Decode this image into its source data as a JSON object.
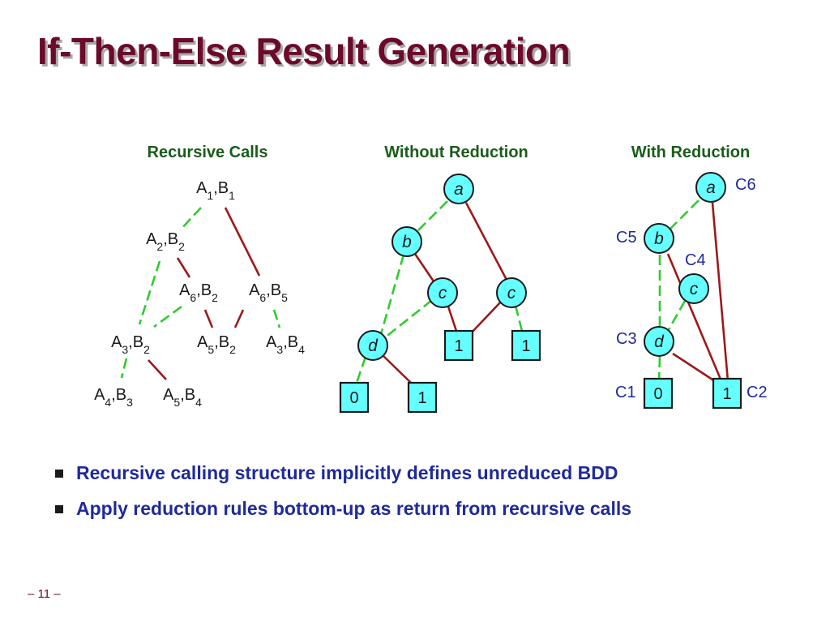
{
  "title": "If-Then-Else Result Generation",
  "panels": {
    "recursive_calls": {
      "heading": "Recursive Calls",
      "calls": {
        "a1b1": [
          [
            "A",
            "1"
          ],
          [
            ",B",
            "1"
          ]
        ],
        "a2b2": [
          [
            "A",
            "2"
          ],
          [
            ",B",
            "2"
          ]
        ],
        "a6b2": [
          [
            "A",
            "6"
          ],
          [
            ",B",
            "2"
          ]
        ],
        "a6b5": [
          [
            "A",
            "6"
          ],
          [
            ",B",
            "5"
          ]
        ],
        "a3b2": [
          [
            "A",
            "3"
          ],
          [
            ",B",
            "2"
          ]
        ],
        "a5b2": [
          [
            "A",
            "5"
          ],
          [
            ",B",
            "2"
          ]
        ],
        "a3b4": [
          [
            "A",
            "3"
          ],
          [
            ",B",
            "4"
          ]
        ],
        "a4b3": [
          [
            "A",
            "4"
          ],
          [
            ",B",
            "3"
          ]
        ],
        "a5b4": [
          [
            "A",
            "5"
          ],
          [
            ",B",
            "4"
          ]
        ]
      }
    },
    "without_reduction": {
      "heading": "Without Reduction",
      "nodes": {
        "a": "a",
        "b": "b",
        "c1": "c",
        "c2": "c",
        "d": "d"
      },
      "terminals": {
        "t1": "1",
        "t2": "1",
        "t0": "0",
        "t3": "1"
      }
    },
    "with_reduction": {
      "heading": "With Reduction",
      "nodes": {
        "a": "a",
        "b": "b",
        "c": "c",
        "d": "d"
      },
      "terminals": {
        "t0": "0",
        "t1": "1"
      },
      "labels": {
        "c6": [
          "C",
          "6"
        ],
        "c5": [
          "C",
          "5"
        ],
        "c4": [
          "C",
          "4"
        ],
        "c3": [
          "C",
          "3"
        ],
        "c1": [
          "C",
          "1"
        ],
        "c2": [
          "C",
          "2"
        ]
      }
    }
  },
  "bullets": [
    "Recursive calling structure implicitly defines unreduced BDD",
    "Apply reduction rules bottom-up as return from recursive calls"
  ],
  "page_number": "– 11 –",
  "colors": {
    "title": "#6b0a2a",
    "heading": "#1a5c1a",
    "bullet_text": "#1f2a9a",
    "then_edge": "#2ecc2e",
    "else_edge": "#9b1a1a",
    "node_fill": "#66ffff",
    "label_blue": "#1f2a9a"
  }
}
